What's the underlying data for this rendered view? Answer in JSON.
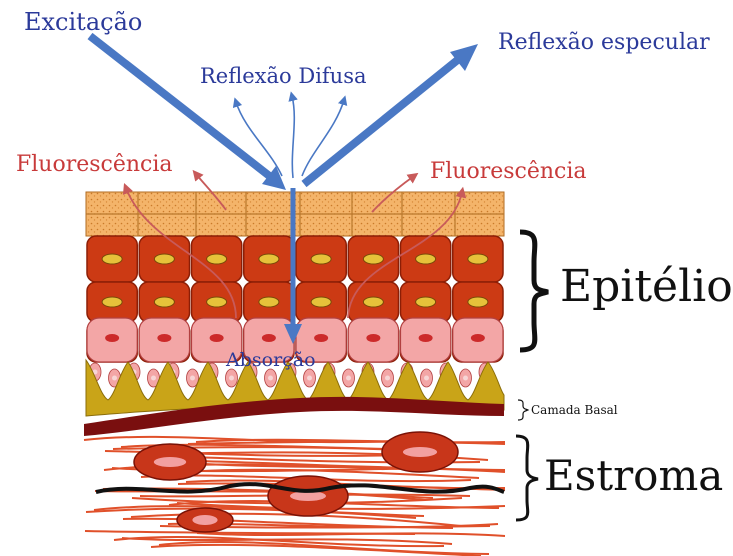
{
  "labels": {
    "excitation": "Excitação",
    "specular": "Reflexão especular",
    "diffuse": "Reflexão Difusa",
    "fluor_left": "Fluorescência",
    "fluor_right": "Fluorescência",
    "absorption": "Absorção",
    "epithelium": "Epitélio",
    "basal": "Camada Basal",
    "stroma": "Estroma"
  },
  "colors": {
    "arrow_blue": "#4a78c4",
    "fluor_red": "#c85a5a",
    "surface_tan": "#f2b36a",
    "cell_red": "#cc3a14",
    "cell_pink": "#f3a6a6",
    "basal_gold": "#c9a418",
    "basal_line": "#7a0f0f",
    "fiber": "#e0502a",
    "stroma_cell": "#c8361a"
  },
  "icons": [
    "excitation-arrow",
    "specular-reflection-arrow",
    "diffuse-reflection-arrow",
    "fluorescence-arrow",
    "bracket"
  ]
}
